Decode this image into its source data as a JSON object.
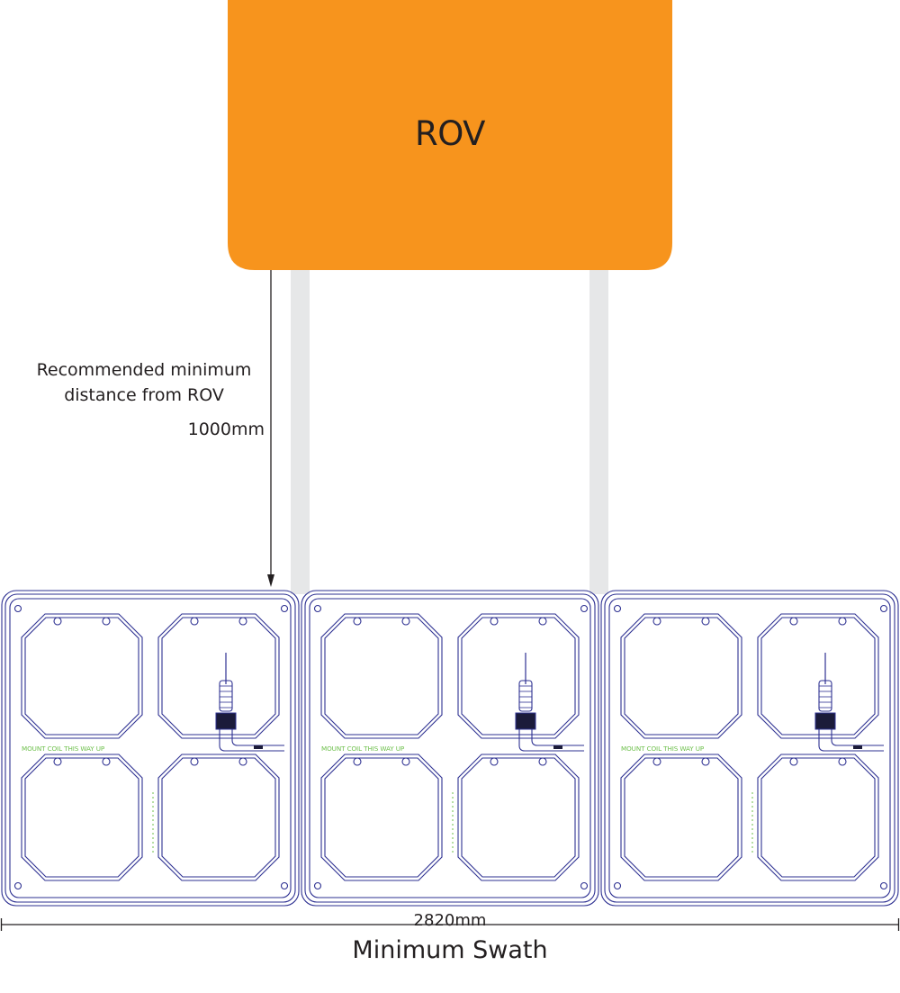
{
  "rov": {
    "label": "ROV",
    "color": "#f7941d"
  },
  "distance": {
    "label_line1": "Recommended minimum",
    "label_line2": "distance from ROV",
    "value": "1000mm"
  },
  "swath": {
    "dimension": "2820mm",
    "title": "Minimum Swath"
  },
  "coils": [
    {
      "mount_label": "MOUNT COIL THIS WAY UP"
    },
    {
      "mount_label": "MOUNT COIL THIS WAY UP"
    },
    {
      "mount_label": "MOUNT COIL THIS WAY UP"
    }
  ],
  "colors": {
    "coil_outline": "#2e3192",
    "support_pole": "#e6e7e8",
    "mount_text": "#6cbf4a",
    "line": "#231f20"
  }
}
